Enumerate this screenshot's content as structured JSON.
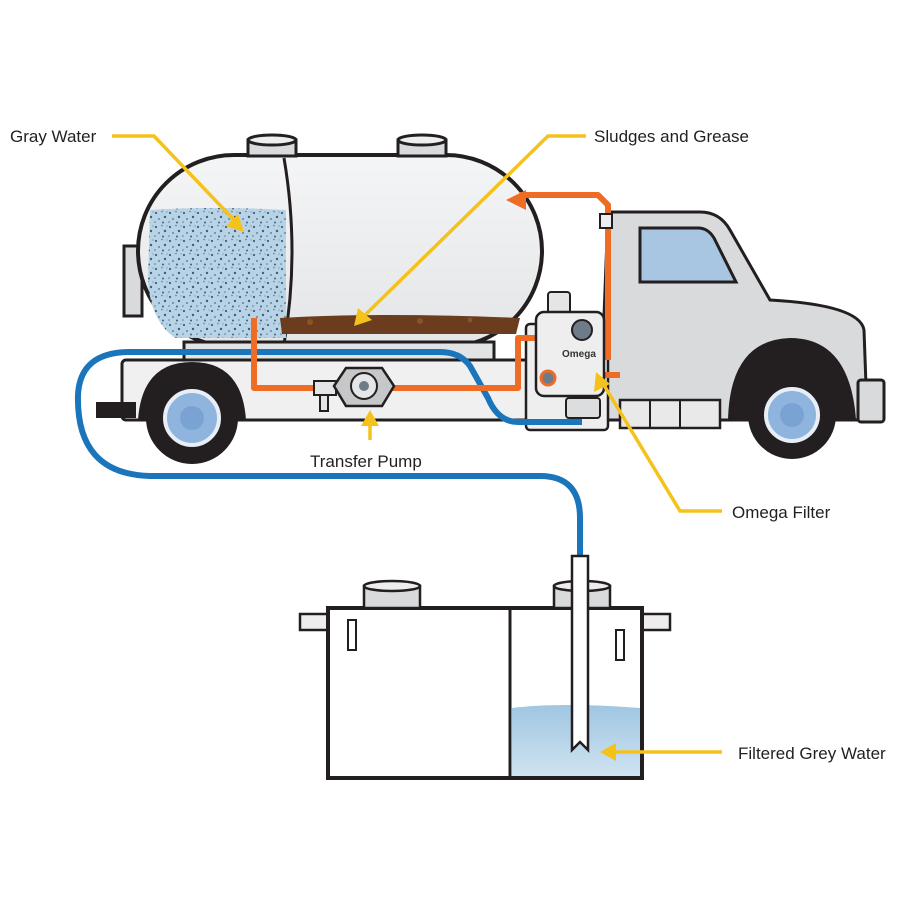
{
  "labels": {
    "gray_water": "Gray Water",
    "sludges": "Sludges and Grease",
    "transfer_pump": "Transfer Pump",
    "omega_filter": "Omega Filter",
    "filtered_water": "Filtered Grey Water"
  },
  "filter_brand": "Omega",
  "colors": {
    "outline": "#231f20",
    "pipe_orange": "#ef6c24",
    "hose_blue": "#1b75bb",
    "arrow_yellow": "#f5c21b",
    "water_blue": "#b5d5ea",
    "sludge_brown": "#6b3d1e",
    "body_gray": "#d9dadb",
    "glass_blue": "#a8c6e2",
    "wheel_rim": "#8fb4de"
  }
}
